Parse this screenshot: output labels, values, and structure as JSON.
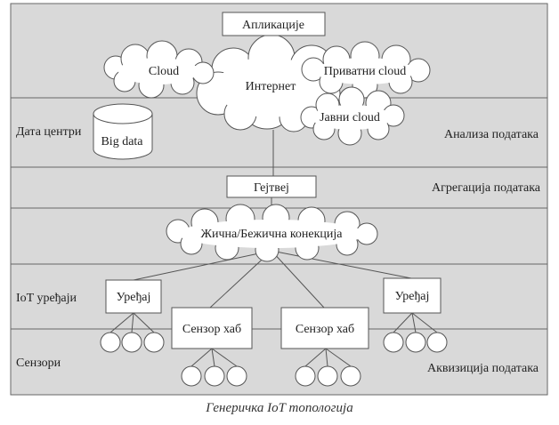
{
  "layers": {
    "data_centers": "Дата центри",
    "iot_devices": "IoT уређаји",
    "sensors": "Сензори"
  },
  "functions": {
    "analysis": "Анализа података",
    "aggregation": "Агрегација података",
    "acquisition": "Аквизиција података"
  },
  "nodes": {
    "applications": "Апликације",
    "cloud": "Cloud",
    "internet": "Интернет",
    "private_cloud": "Приватни cloud",
    "public_cloud": "Јавни cloud",
    "big_data": "Big data",
    "gateway": "Гејтвеј",
    "connection": "Жична/Бежична конекција",
    "device_left": "Уређај",
    "device_right": "Уређај",
    "hub_left": "Сензор хаб",
    "hub_right": "Сензор хаб"
  },
  "caption": "Генеричка IoT топологија",
  "colors": {
    "band": "#d9d9d9",
    "line": "#555555",
    "fill": "#ffffff"
  }
}
